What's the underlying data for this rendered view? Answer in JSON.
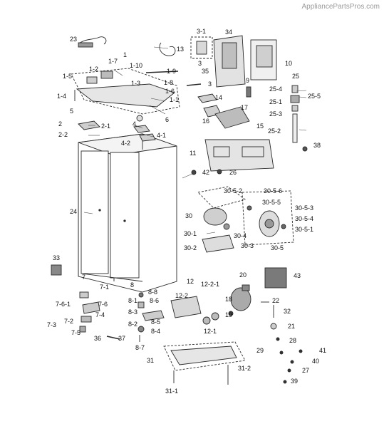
{
  "watermark": "AppliancePartsPros.com",
  "colors": {
    "ink": "#111111",
    "part": "#2a2a2a",
    "fill": "#d9d9d9",
    "dark": "#555555"
  },
  "labels": [
    {
      "id": "23",
      "text": "23"
    },
    {
      "id": "13",
      "text": "13"
    },
    {
      "id": "3-1",
      "text": "3-1"
    },
    {
      "id": "34",
      "text": "34"
    },
    {
      "id": "3",
      "text": "3"
    },
    {
      "id": "10",
      "text": "10"
    },
    {
      "id": "1-7",
      "text": "1-7"
    },
    {
      "id": "1",
      "text": "1"
    },
    {
      "id": "1-10",
      "text": "1-10"
    },
    {
      "id": "1-2",
      "text": "1-2"
    },
    {
      "id": "1-9",
      "text": "1-9"
    },
    {
      "id": "35",
      "text": "35"
    },
    {
      "id": "1-5",
      "text": "1-5"
    },
    {
      "id": "1-3",
      "text": "1-3"
    },
    {
      "id": "1-8",
      "text": "1-8"
    },
    {
      "id": "3b",
      "text": "3"
    },
    {
      "id": "25",
      "text": "25"
    },
    {
      "id": "9",
      "text": "9"
    },
    {
      "id": "25-4",
      "text": "25-4"
    },
    {
      "id": "25-5",
      "text": "25-5"
    },
    {
      "id": "1-4",
      "text": "1-4"
    },
    {
      "id": "1-6",
      "text": "1-6"
    },
    {
      "id": "1-1",
      "text": "1-1"
    },
    {
      "id": "14",
      "text": "14"
    },
    {
      "id": "25-1",
      "text": "25-1"
    },
    {
      "id": "5",
      "text": "5"
    },
    {
      "id": "17",
      "text": "17"
    },
    {
      "id": "25-3",
      "text": "25-3"
    },
    {
      "id": "6",
      "text": "6"
    },
    {
      "id": "16",
      "text": "16"
    },
    {
      "id": "2",
      "text": "2"
    },
    {
      "id": "2-1",
      "text": "2-1"
    },
    {
      "id": "4",
      "text": "4"
    },
    {
      "id": "15",
      "text": "15"
    },
    {
      "id": "25-2",
      "text": "25-2"
    },
    {
      "id": "2-2",
      "text": "2-2"
    },
    {
      "id": "4-1",
      "text": "4-1"
    },
    {
      "id": "38",
      "text": "38"
    },
    {
      "id": "4-2",
      "text": "4-2"
    },
    {
      "id": "11",
      "text": "11"
    },
    {
      "id": "42",
      "text": "42"
    },
    {
      "id": "26",
      "text": "26"
    },
    {
      "id": "30-5-2",
      "text": "30-5-2"
    },
    {
      "id": "30-5-6",
      "text": "30-5-6"
    },
    {
      "id": "24",
      "text": "24"
    },
    {
      "id": "30-5-5",
      "text": "30-5-5"
    },
    {
      "id": "30-5-3",
      "text": "30-5-3"
    },
    {
      "id": "30",
      "text": "30"
    },
    {
      "id": "30-5-4",
      "text": "30-5-4"
    },
    {
      "id": "30-5-1",
      "text": "30-5-1"
    },
    {
      "id": "30-1",
      "text": "30-1"
    },
    {
      "id": "30-4",
      "text": "30-4"
    },
    {
      "id": "30-2",
      "text": "30-2"
    },
    {
      "id": "30-3",
      "text": "30-3"
    },
    {
      "id": "30-5",
      "text": "30-5"
    },
    {
      "id": "33",
      "text": "33"
    },
    {
      "id": "20",
      "text": "20"
    },
    {
      "id": "43",
      "text": "43"
    },
    {
      "id": "7",
      "text": "7"
    },
    {
      "id": "12",
      "text": "12"
    },
    {
      "id": "12-2-1",
      "text": "12-2-1"
    },
    {
      "id": "7-1",
      "text": "7-1"
    },
    {
      "id": "8",
      "text": "8"
    },
    {
      "id": "8-8",
      "text": "8-8"
    },
    {
      "id": "12-2",
      "text": "12-2"
    },
    {
      "id": "18",
      "text": "18"
    },
    {
      "id": "22",
      "text": "22"
    },
    {
      "id": "7-6-1",
      "text": "7-6-1"
    },
    {
      "id": "7-6",
      "text": "7-6"
    },
    {
      "id": "8-1",
      "text": "8-1"
    },
    {
      "id": "8-6",
      "text": "8-6"
    },
    {
      "id": "32",
      "text": "32"
    },
    {
      "id": "7-4",
      "text": "7-4"
    },
    {
      "id": "8-3",
      "text": "8-3"
    },
    {
      "id": "19",
      "text": "19"
    },
    {
      "id": "7-2",
      "text": "7-2"
    },
    {
      "id": "8-2",
      "text": "8-2"
    },
    {
      "id": "8-5",
      "text": "8-5"
    },
    {
      "id": "21",
      "text": "21"
    },
    {
      "id": "7-3",
      "text": "7-3"
    },
    {
      "id": "12-1",
      "text": "12-1"
    },
    {
      "id": "8-4",
      "text": "8-4"
    },
    {
      "id": "7-5",
      "text": "7-5"
    },
    {
      "id": "36",
      "text": "36"
    },
    {
      "id": "37",
      "text": "37"
    },
    {
      "id": "28",
      "text": "28"
    },
    {
      "id": "8-7",
      "text": "8-7"
    },
    {
      "id": "29",
      "text": "29"
    },
    {
      "id": "41",
      "text": "41"
    },
    {
      "id": "31",
      "text": "31"
    },
    {
      "id": "40",
      "text": "40"
    },
    {
      "id": "31-2",
      "text": "31-2"
    },
    {
      "id": "27",
      "text": "27"
    },
    {
      "id": "31-1",
      "text": "31-1"
    },
    {
      "id": "39",
      "text": "39"
    }
  ]
}
